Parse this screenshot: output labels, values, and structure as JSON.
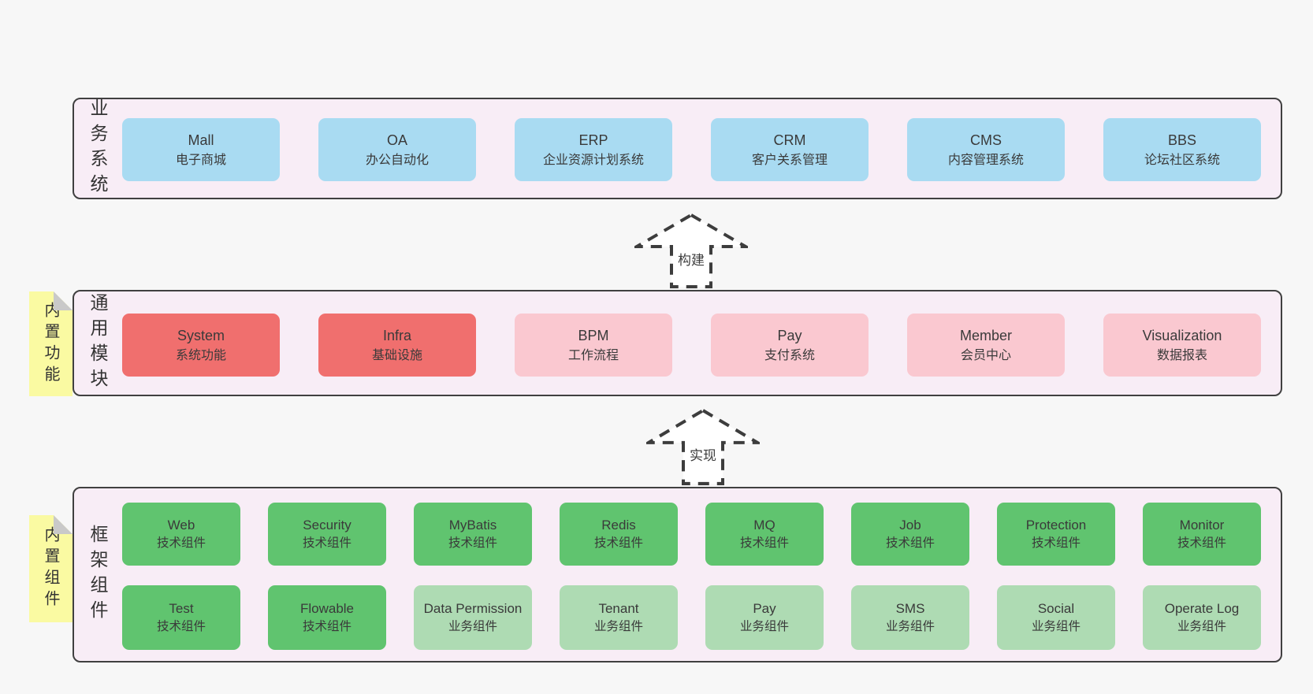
{
  "colors": {
    "page_background": "#f7f7f7",
    "band_fill": "#f8edf6",
    "band_border": "#404040",
    "business_system_box": "#a9dbf2",
    "core_module_box": "#f06f6e",
    "optional_module_box": "#fac8d0",
    "tech_component_box": "#60c46f",
    "biz_component_box": "#aedbb3",
    "sticky_note": "#fafaa2",
    "sticky_fold": "#c9c9c9",
    "arrow_stroke": "#3d3d3d",
    "text": "#3a3a3a"
  },
  "arrows": [
    {
      "label": "构建"
    },
    {
      "label": "实现"
    }
  ],
  "bands": [
    {
      "label": "业务系统",
      "boxes": [
        {
          "title": "Mall",
          "subtitle": "电子商城"
        },
        {
          "title": "OA",
          "subtitle": "办公自动化"
        },
        {
          "title": "ERP",
          "subtitle": "企业资源计划系统"
        },
        {
          "title": "CRM",
          "subtitle": "客户关系管理"
        },
        {
          "title": "CMS",
          "subtitle": "内容管理系统"
        },
        {
          "title": "BBS",
          "subtitle": "论坛社区系统"
        }
      ]
    },
    {
      "label": "通用模块",
      "sticky": "内置功能",
      "boxes": [
        {
          "title": "System",
          "subtitle": "系统功能"
        },
        {
          "title": "Infra",
          "subtitle": "基础设施"
        },
        {
          "title": "BPM",
          "subtitle": "工作流程"
        },
        {
          "title": "Pay",
          "subtitle": "支付系统"
        },
        {
          "title": "Member",
          "subtitle": "会员中心"
        },
        {
          "title": "Visualization",
          "subtitle": "数据报表"
        }
      ]
    },
    {
      "label": "框架组件",
      "sticky": "内置组件",
      "rows": [
        [
          {
            "title": "Web",
            "subtitle": "技术组件"
          },
          {
            "title": "Security",
            "subtitle": "技术组件"
          },
          {
            "title": "MyBatis",
            "subtitle": "技术组件"
          },
          {
            "title": "Redis",
            "subtitle": "技术组件"
          },
          {
            "title": "MQ",
            "subtitle": "技术组件"
          },
          {
            "title": "Job",
            "subtitle": "技术组件"
          },
          {
            "title": "Protection",
            "subtitle": "技术组件"
          },
          {
            "title": "Monitor",
            "subtitle": "技术组件"
          }
        ],
        [
          {
            "title": "Test",
            "subtitle": "技术组件"
          },
          {
            "title": "Flowable",
            "subtitle": "技术组件"
          },
          {
            "title": "Data Permission",
            "subtitle": "业务组件"
          },
          {
            "title": "Tenant",
            "subtitle": "业务组件"
          },
          {
            "title": "Pay",
            "subtitle": "业务组件"
          },
          {
            "title": "SMS",
            "subtitle": "业务组件"
          },
          {
            "title": "Social",
            "subtitle": "业务组件"
          },
          {
            "title": "Operate Log",
            "subtitle": "业务组件"
          }
        ]
      ]
    }
  ]
}
